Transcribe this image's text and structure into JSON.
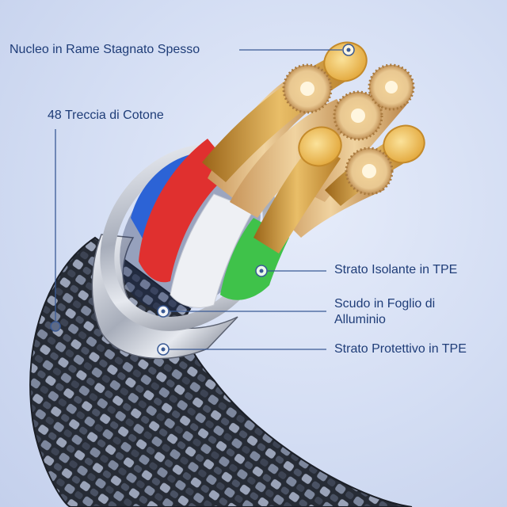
{
  "labels": {
    "core": "Nucleo in Rame Stagnato Spesso",
    "braid": "48 Treccia di Cotone",
    "tpe_insulation": "Strato Isolante in TPE",
    "foil_line1": "Scudo in Foglio di",
    "foil_line2": "Alluminio",
    "protective": "Strato Protettivo in TPE"
  },
  "colors": {
    "background": "#d3ddf3",
    "label_text": "#1f3d78",
    "leader_line": "#3a5a95",
    "copper": "#d9a548",
    "wire_red": "#e0302f",
    "wire_green": "#3fc24a",
    "wire_blue": "#2c63d6",
    "wire_white": "#eef0f4",
    "braid_dark": "#2a2f3a",
    "braid_light": "#8f98ad"
  }
}
